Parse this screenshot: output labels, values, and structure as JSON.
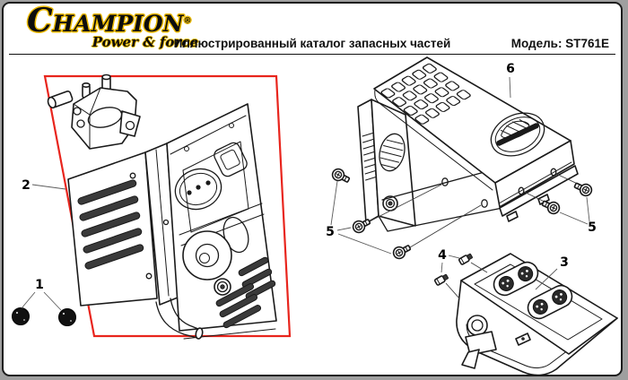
{
  "header": {
    "brand": "CHAMPION",
    "brand_mark": "®",
    "brand_tagline": "Power & force",
    "title": "Иллюстрированный каталог запасных частей",
    "model": "Модель: ST761E"
  },
  "diagram": {
    "description_colors": {
      "highlight_red": "#e8251d",
      "logo_gold": "#ecba00",
      "line": "#1a1a1a"
    },
    "highlighted_callout": "2",
    "callouts": {
      "n1": "1",
      "n2": "2",
      "n3": "3",
      "n4": "4",
      "n5a": "5",
      "n5b": "5",
      "n6": "6"
    }
  }
}
